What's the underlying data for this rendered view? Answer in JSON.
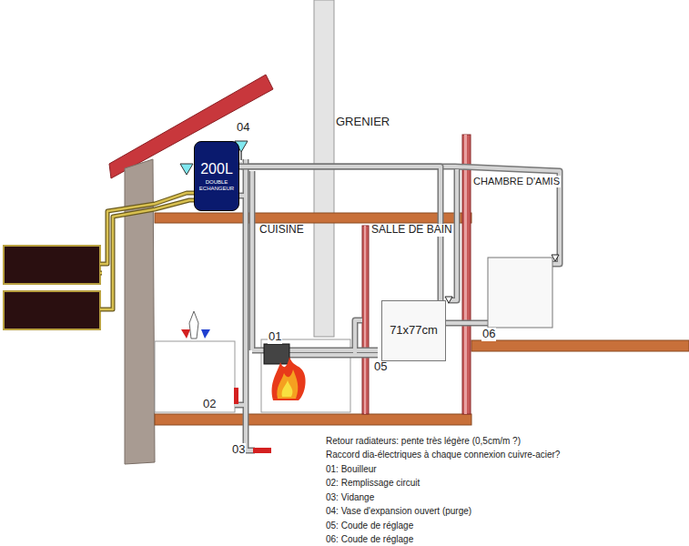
{
  "diagram": {
    "nodes": [
      {
        "text": [
          "200L",
          "DOUBLE ECHANGEUR"
        ]
      },
      {
        "text": [
          "71x77cm"
        ]
      }
    ],
    "edges": [
      {
        "from": 0,
        "to": 1,
        "arrow": "none"
      }
    ],
    "labels": [
      "GRENIER",
      "04",
      "CUISINE",
      "SALLE DE BAIN",
      "CHAMBRE D'AMIS",
      "01",
      "02",
      "05",
      "06",
      "03",
      "Retour radiateurs: pente très légère (0,5cm/m ?)",
      "Raccord dia-électriques à chaque connexion cuivre-acier?",
      "01: Bouilleur",
      "02: Remplissage circuit",
      "03: Vidange",
      "04: Vase d'expansion ouvert (purge)",
      "05: Coude de réglage",
      "06: Coude de réglage"
    ]
  }
}
